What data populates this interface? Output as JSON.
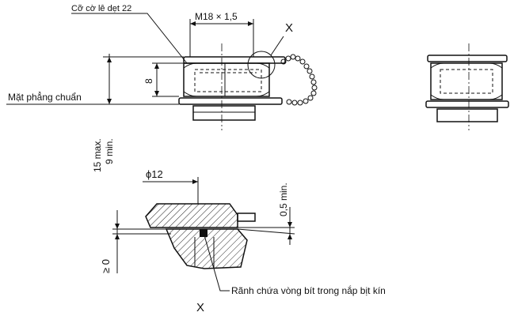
{
  "labels": {
    "wrench_size": "Cỡ cờ lê dẹt 22",
    "thread": "M18 × 1,5",
    "detail_marker": "X",
    "reference_plane": "Mặt phẳng chuẩn",
    "height_8": "8",
    "protrusion": "15 max.",
    "protrusion_min": "9 min.",
    "diameter": "ϕ12",
    "gap_min": "0,5 min.",
    "gap_zero": "≥ 0",
    "seal_groove": "Rãnh chứa vòng bít trong nắp bịt kín",
    "detail_title": "X"
  }
}
